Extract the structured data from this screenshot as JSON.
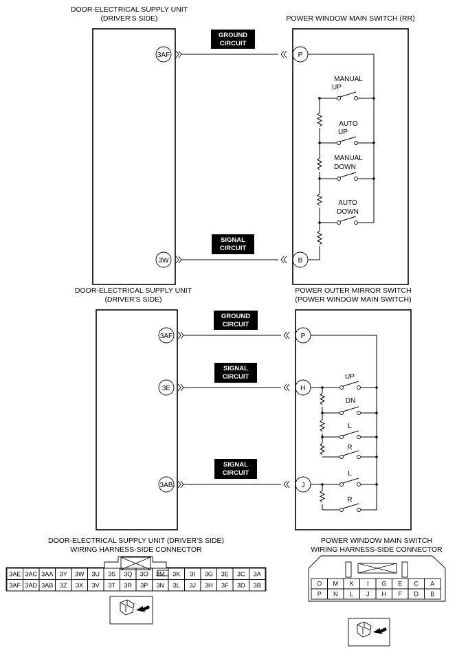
{
  "section1": {
    "left_title": [
      "DOOR-ELECTRICAL SUPPLY UNIT",
      "(DRIVER'S SIDE)"
    ],
    "right_title": [
      "POWER WINDOW MAIN SWITCH (RR)"
    ],
    "connections": [
      {
        "left_pin": "3AF",
        "right_pin": "P",
        "label": [
          "GROUND",
          "CIRCUIT"
        ]
      },
      {
        "left_pin": "3W",
        "right_pin": "B",
        "label": [
          "SIGNAL",
          "CIRCUIT"
        ]
      }
    ],
    "switches": [
      [
        "MANUAL",
        "UP"
      ],
      [
        "AUTO",
        "UP"
      ],
      [
        "MANUAL",
        "DOWN"
      ],
      [
        "AUTO",
        "DOWN"
      ]
    ]
  },
  "section2": {
    "left_title": [
      "DOOR-ELECTRICAL SUPPLY UNIT",
      "(DRIVER'S SIDE)"
    ],
    "right_title": [
      "POWER OUTER MIRROR SWITCH",
      "(POWER WINDOW MAIN SWITCH)"
    ],
    "connections": [
      {
        "left_pin": "3AF",
        "right_pin": "P",
        "label": [
          "GROUND",
          "CIRCUIT"
        ]
      },
      {
        "left_pin": "3E",
        "right_pin": "H",
        "label": [
          "SIGNAL",
          "CIRCUIT"
        ]
      },
      {
        "left_pin": "3AB",
        "right_pin": "J",
        "label": [
          "SIGNAL",
          "CIRCUIT"
        ]
      }
    ],
    "switches": [
      "UP",
      "DN",
      "L",
      "R",
      "L",
      "R"
    ]
  },
  "connector_left": {
    "title": [
      "DOOR-ELECTRICAL SUPPLY UNIT (DRIVER'S SIDE)",
      "WIRING HARNESS-SIDE CONNECTOR"
    ],
    "rows": [
      [
        "3AE",
        "3AC",
        "3AA",
        "3Y",
        "3W",
        "3U",
        "3S",
        "3Q",
        "3O",
        "3M",
        "3K",
        "3I",
        "3G",
        "3E",
        "3C",
        "3A"
      ],
      [
        "3AF",
        "3AD",
        "3AB",
        "3Z",
        "3X",
        "3V",
        "3T",
        "3R",
        "3P",
        "3N",
        "3L",
        "3J",
        "3H",
        "3F",
        "3D",
        "3B"
      ]
    ]
  },
  "connector_right": {
    "title": [
      "POWER WINDOW MAIN SWITCH",
      "WIRING HARNESS-SIDE CONNECTOR"
    ],
    "rows": [
      [
        "O",
        "M",
        "K",
        "I",
        "G",
        "E",
        "C",
        "A"
      ],
      [
        "P",
        "N",
        "L",
        "J",
        "H",
        "F",
        "D",
        "B"
      ]
    ]
  }
}
